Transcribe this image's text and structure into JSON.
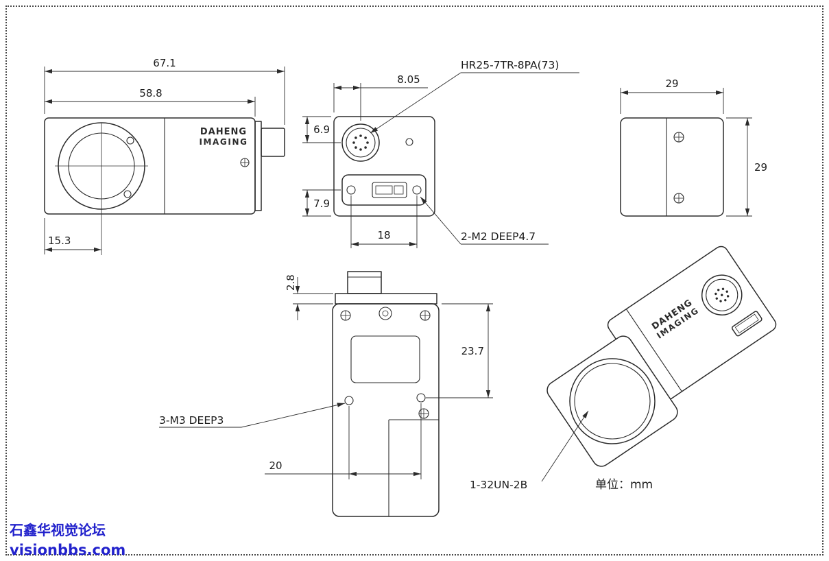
{
  "unit_note": "单位：mm",
  "watermark": {
    "line1": "石鑫华视觉论坛",
    "line2": "visionbbs.com",
    "color": "#2222cc"
  },
  "brand": {
    "line1": "DAHENG",
    "line2": "IMAGING"
  },
  "line_color": "#2b2b2b",
  "side_view": {
    "dim_total_length": "67.1",
    "dim_body_length": "58.8",
    "dim_lens_center_offset": "15.3"
  },
  "rear_view": {
    "dim_connector_offset_x": "8.05",
    "dim_connector_offset_y": "6.9",
    "dim_screw_row_offset": "7.9",
    "dim_screw_spacing": "18",
    "label_connector": "HR25-7TR-8PA(73)",
    "label_screws": "2-M2 DEEP4.7"
  },
  "right_view": {
    "dim_width": "29",
    "dim_height": "29"
  },
  "bottom_view": {
    "dim_flange_thickness": "2.8",
    "dim_hole_offset": "23.7",
    "dim_hole_spacing": "20",
    "label_holes": "3-M3 DEEP3"
  },
  "iso_view": {
    "label_lens_thread": "1-32UN-2B"
  }
}
